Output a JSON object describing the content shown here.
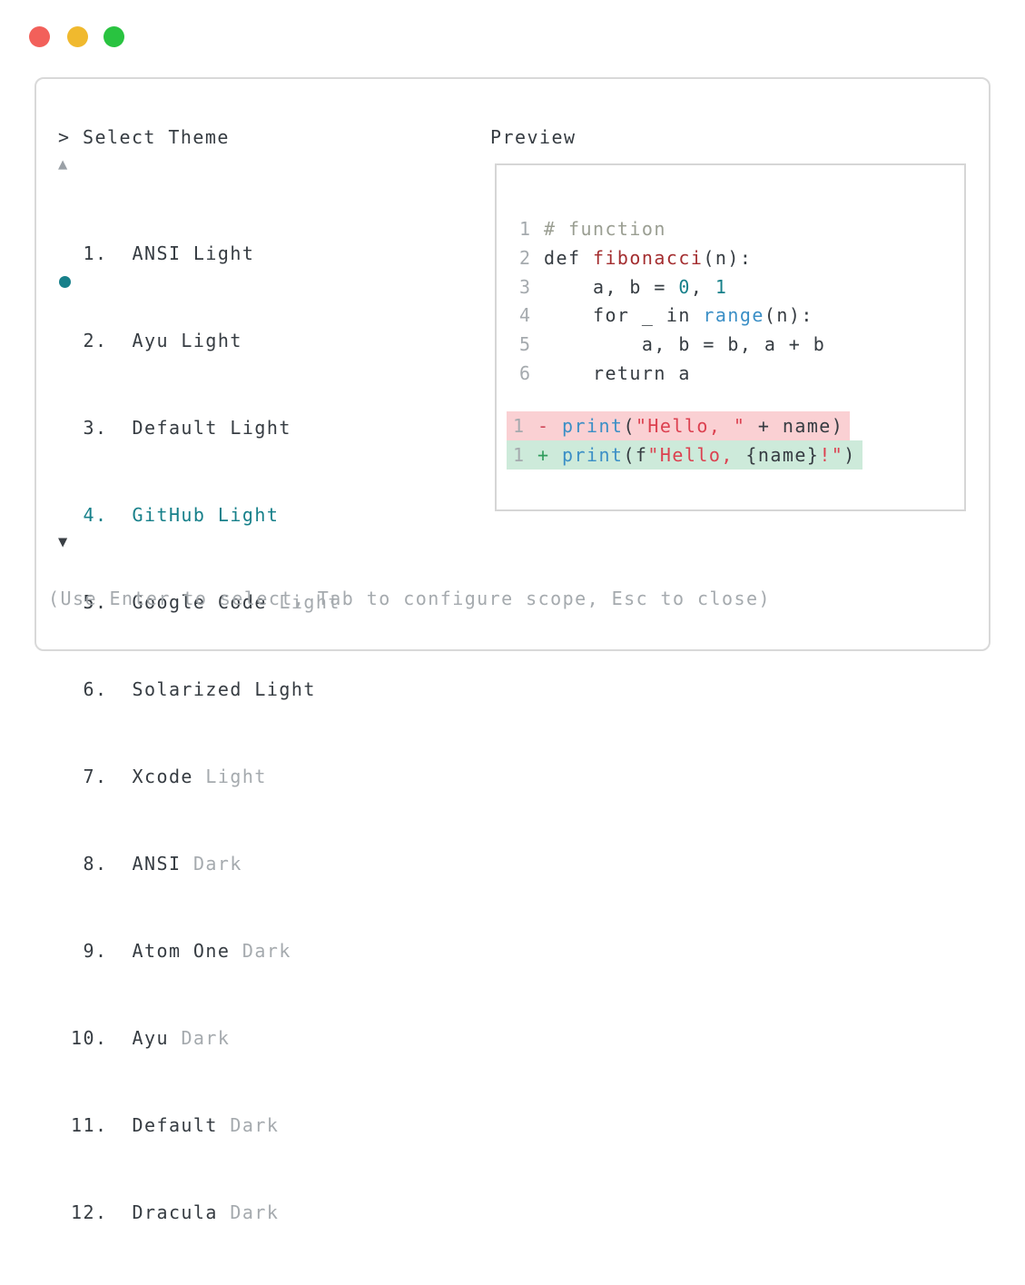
{
  "window": {
    "traffic_lights": [
      {
        "name": "close",
        "color": "#f2605a"
      },
      {
        "name": "minimize",
        "color": "#f0b92e"
      },
      {
        "name": "zoom",
        "color": "#29c340"
      }
    ]
  },
  "prompt": {
    "text": "> Select Theme"
  },
  "theme_list": {
    "scroll_up_icon": "▲",
    "scroll_down_icon": "▼",
    "selected_number": 4,
    "selected_color": "#17808a",
    "items": [
      {
        "prefix": " 1.  ",
        "name": "ANSI Light",
        "suffix": "",
        "selected": false
      },
      {
        "prefix": " 2.  ",
        "name": "Ayu Light",
        "suffix": "",
        "selected": false
      },
      {
        "prefix": " 3.  ",
        "name": "Default Light",
        "suffix": "",
        "selected": false
      },
      {
        "prefix": " 4.  ",
        "name": "GitHub Light",
        "suffix": "",
        "selected": true
      },
      {
        "prefix": " 5.  ",
        "name": "Google Code ",
        "suffix": "Light",
        "selected": false
      },
      {
        "prefix": " 6.  ",
        "name": "Solarized Light",
        "suffix": "",
        "selected": false
      },
      {
        "prefix": " 7.  ",
        "name": "Xcode ",
        "suffix": "Light",
        "selected": false
      },
      {
        "prefix": " 8.  ",
        "name": "ANSI ",
        "suffix": "Dark",
        "selected": false
      },
      {
        "prefix": " 9.  ",
        "name": "Atom One ",
        "suffix": "Dark",
        "selected": false
      },
      {
        "prefix": "10.  ",
        "name": "Ayu ",
        "suffix": "Dark",
        "selected": false
      },
      {
        "prefix": "11.  ",
        "name": "Default ",
        "suffix": "Dark",
        "selected": false
      },
      {
        "prefix": "12.  ",
        "name": "Dracula ",
        "suffix": "Dark",
        "selected": false
      }
    ]
  },
  "preview": {
    "title": "Preview",
    "syntax_colors": {
      "default": "#363c42",
      "comment": "#9a9e92",
      "function_name": "#a42f31",
      "number": "#17808a",
      "builtin_call": "#3b8fc6",
      "string": "#dc4150",
      "line_number": "#a5aaae",
      "diff_removed_bg": "#fad0d3",
      "diff_added_bg": "#cdeada",
      "diff_minus": "#d0475a",
      "diff_plus": "#2f9c5c"
    },
    "code_lines": [
      {
        "num": "1",
        "tokens": [
          {
            "c": "c",
            "t": "# function"
          }
        ]
      },
      {
        "num": "2",
        "tokens": [
          {
            "c": "d",
            "t": "def "
          },
          {
            "c": "f",
            "t": "fibonacci"
          },
          {
            "c": "d",
            "t": "(n):"
          }
        ]
      },
      {
        "num": "3",
        "tokens": [
          {
            "c": "d",
            "t": "    a, b = "
          },
          {
            "c": "n",
            "t": "0"
          },
          {
            "c": "d",
            "t": ", "
          },
          {
            "c": "n",
            "t": "1"
          }
        ]
      },
      {
        "num": "4",
        "tokens": [
          {
            "c": "d",
            "t": "    for _ in "
          },
          {
            "c": "b",
            "t": "range"
          },
          {
            "c": "d",
            "t": "(n):"
          }
        ]
      },
      {
        "num": "5",
        "tokens": [
          {
            "c": "d",
            "t": "        a, b = b, a + b"
          }
        ]
      },
      {
        "num": "6",
        "tokens": [
          {
            "c": "d",
            "t": "    return a"
          }
        ]
      }
    ],
    "diff_lines": [
      {
        "num": "1",
        "sign": "-",
        "kind": "removed",
        "tokens": [
          {
            "c": "b",
            "t": "print"
          },
          {
            "c": "d",
            "t": "("
          },
          {
            "c": "s",
            "t": "\"Hello, \""
          },
          {
            "c": "d",
            "t": " + name)"
          }
        ]
      },
      {
        "num": "1",
        "sign": "+",
        "kind": "added",
        "tokens": [
          {
            "c": "b",
            "t": "print"
          },
          {
            "c": "d",
            "t": "(f"
          },
          {
            "c": "s",
            "t": "\"Hello, "
          },
          {
            "c": "d",
            "t": "{name}"
          },
          {
            "c": "s",
            "t": "!\""
          },
          {
            "c": "d",
            "t": ")"
          }
        ]
      }
    ]
  },
  "footer": {
    "hint": "(Use Enter to select, Tab to configure scope, Esc to close)"
  }
}
